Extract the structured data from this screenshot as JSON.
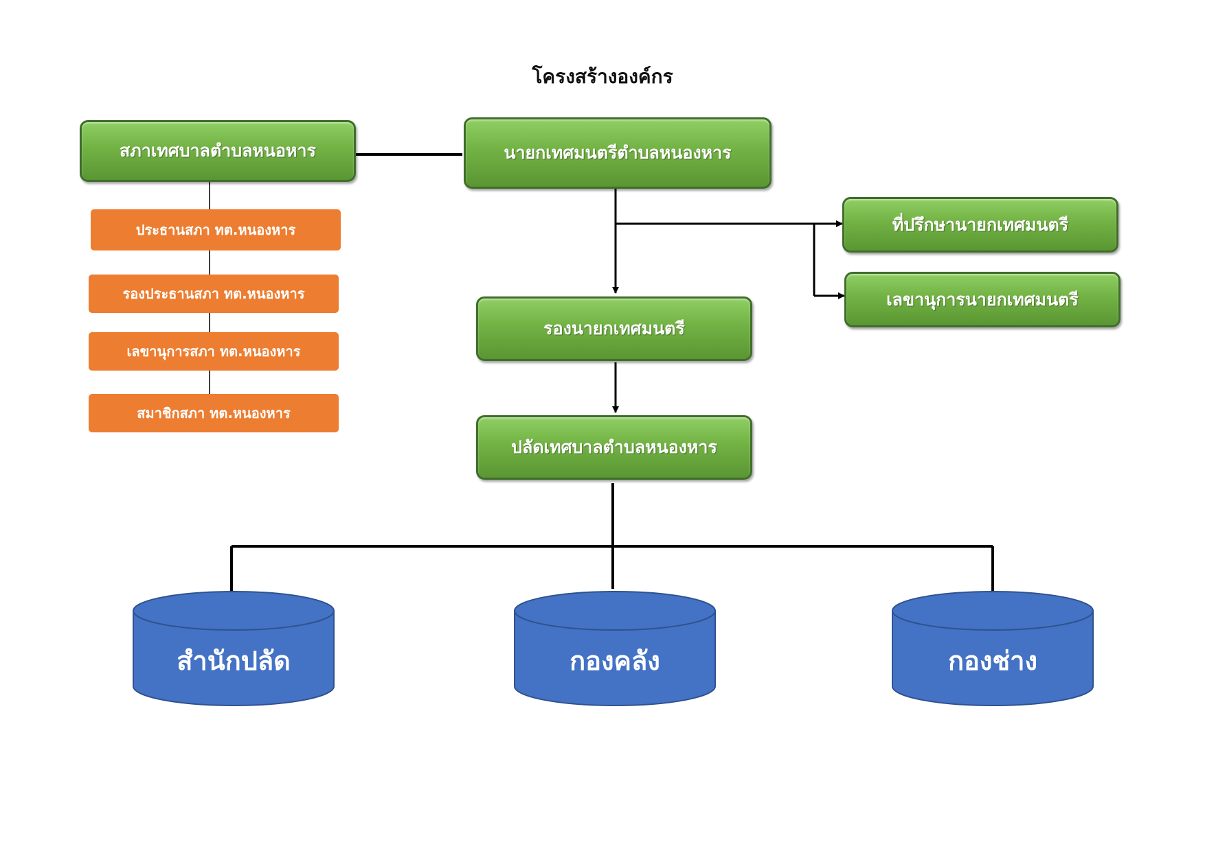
{
  "diagram": {
    "title": "โครงสร้างองค์กร",
    "council": {
      "head": "สภาเทศบาลตำบลหนอหาร",
      "members": [
        "ประธานสภา ทต.หนองหาร",
        "รองประธานสภา ทต.หนองหาร",
        "เลขานุการสภา ทต.หนองหาร",
        "สมาชิกสภา ทต.หนองหาร"
      ]
    },
    "mayor": "นายกเทศมนตรีตำบลหนองหาร",
    "advisors": [
      "ที่ปรึกษานายกเทศมนตรี",
      "เลขานุการนายกเทศมนตรี"
    ],
    "deputy_mayor": "รองนายกเทศมนตรี",
    "clerk": "ปลัดเทศบาลตำบลหนองหาร",
    "departments": [
      "สำนักปลัด",
      "กองคลัง",
      "กองช่าง"
    ],
    "colors": {
      "green_box": "#72b244",
      "orange_box": "#ed7d31",
      "blue_cylinder": "#4472c4",
      "line": "#000000"
    }
  }
}
